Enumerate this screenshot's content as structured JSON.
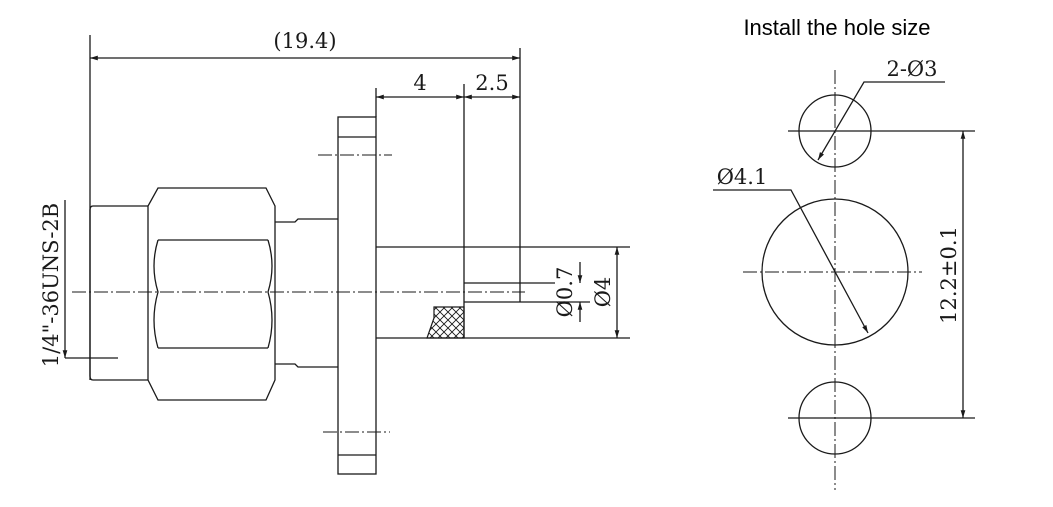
{
  "title": "Install the hole size",
  "connector_view": {
    "overall_length": "(19.4)",
    "flange_to_pin": "4",
    "pin_length": "2.5",
    "pin_diameter": "Ø0.7",
    "body_diameter": "Ø4",
    "thread_spec": "1/4\"-36UNS-2B"
  },
  "hole_view": {
    "mount_holes": "2-Ø3",
    "center_hole": "Ø4.1",
    "hole_spacing": "12.2±0.1"
  }
}
